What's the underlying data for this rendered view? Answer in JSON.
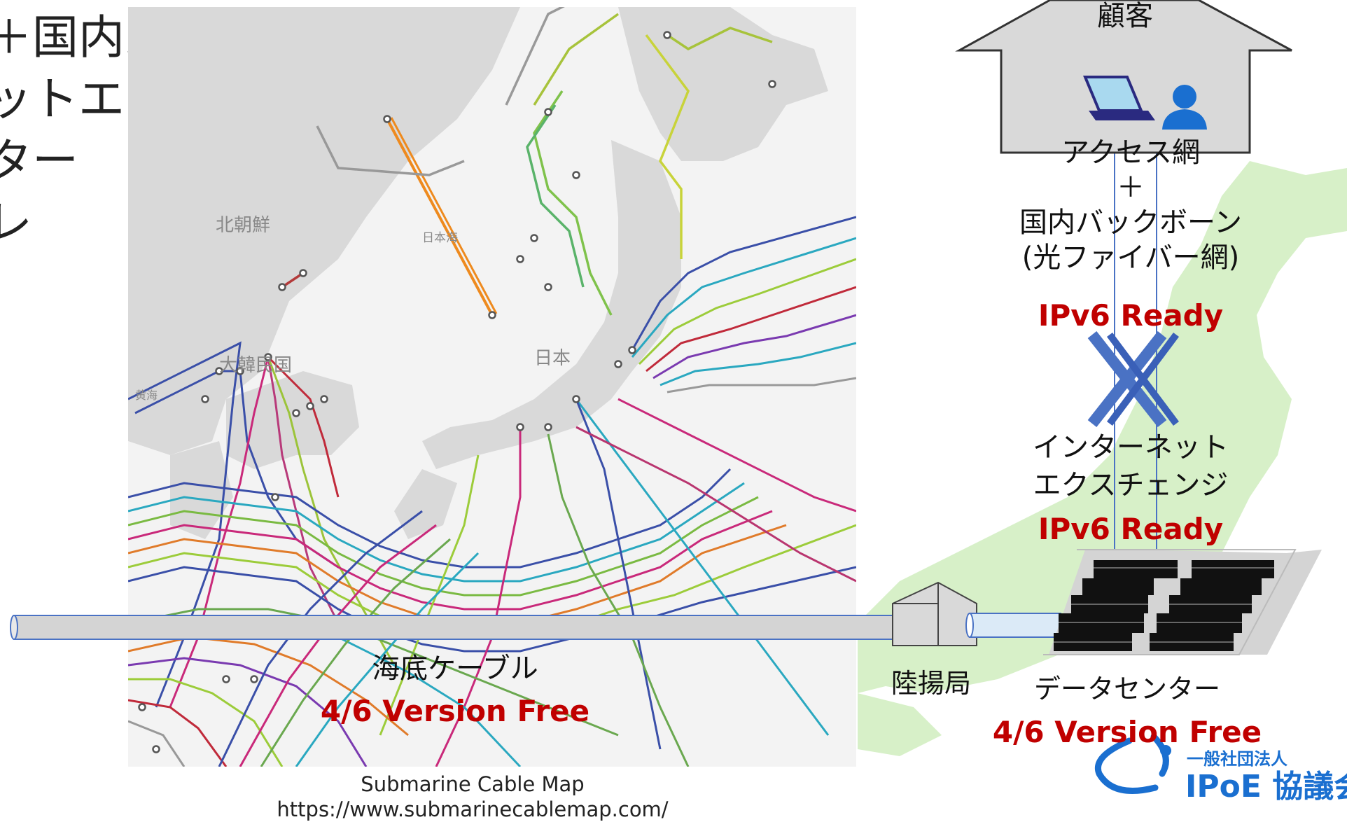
{
  "left_text": {
    "line1": "＋国内バックボーン",
    "line2": "ットエクスチェンジ",
    "line3": "ター",
    "line4": "レ"
  },
  "map_labels": {
    "north_korea": "北朝鮮",
    "sea_of_japan": "日本海",
    "south_korea": "大韓民国",
    "yellow_sea": "黄海",
    "japan": "日本"
  },
  "cable": {
    "label": "海底ケーブル",
    "status": "4/6 Version Free"
  },
  "customer": {
    "label": "顧客"
  },
  "access": {
    "line1": "アクセス網",
    "line2": "＋",
    "line3": "国内バックボーン",
    "line4": "(光ファイバー網)",
    "status": "IPv6 Ready"
  },
  "ix": {
    "line1": "インターネット",
    "line2": "エクスチェンジ",
    "status": "IPv6 Ready"
  },
  "landing": {
    "label": "陸揚局"
  },
  "datacenter": {
    "label": "データセンター",
    "status": "4/6 Version Free"
  },
  "credit": {
    "line1": "Submarine Cable Map",
    "line2": "https://www.submarinecablemap.com/"
  },
  "logo": {
    "org_type": "一般社団法人",
    "org_name": "IPoE 協議会"
  },
  "colors": {
    "status_red": "#c00000",
    "ix_blue": "#4a72c4",
    "logo_blue": "#1a6fd0",
    "land_green": "#d7f0c8",
    "land_grey": "#dcdcdc",
    "pipe_grey": "#d4d4d4",
    "pipe_blue": "#dbeaf7"
  }
}
